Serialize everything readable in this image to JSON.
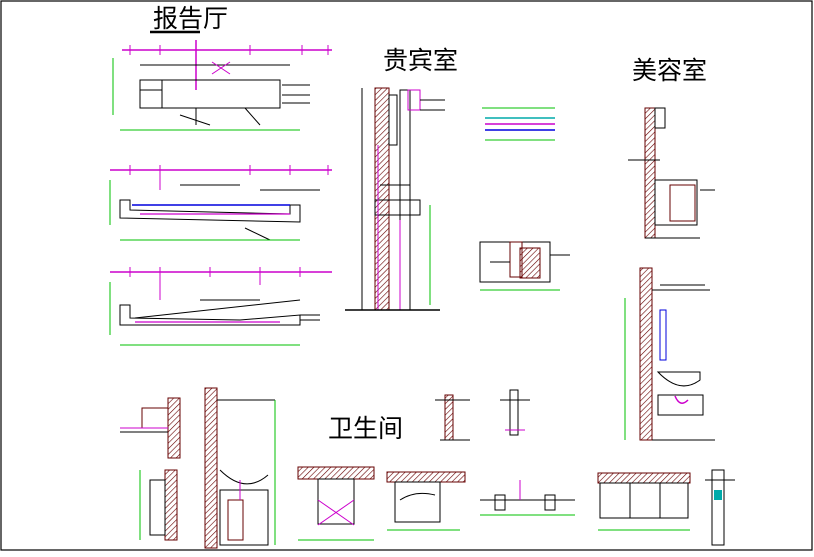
{
  "titles": {
    "auditorium": "报告厅",
    "vip_room": "贵宾室",
    "beauty_room": "美容室",
    "restroom": "卫生间"
  },
  "colors": {
    "magenta": "#cc00cc",
    "green": "#00c000",
    "dark_red": "#660000",
    "red": "#dd0000",
    "black": "#000000",
    "blue": "#0000dd",
    "cyan": "#00aaaa"
  }
}
